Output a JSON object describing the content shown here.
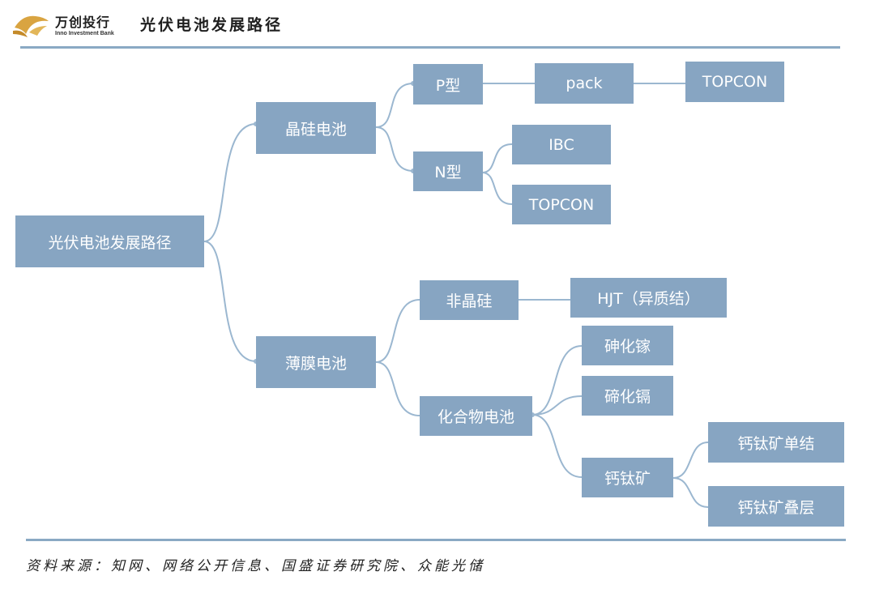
{
  "header": {
    "logo_cn": "万创投行",
    "logo_en": "Inno Investment Bank",
    "title": "光伏电池发展路径"
  },
  "diagram": {
    "root": "光伏电池发展路径",
    "crystalline": "晶硅电池",
    "thin_film": "薄膜电池",
    "p_type": "P型",
    "n_type": "N型",
    "pack": "pack",
    "p_topcon": "TOPCON",
    "ibc": "IBC",
    "n_topcon": "TOPCON",
    "amorphous": "非晶硅",
    "hjt": "HJT（异质结）",
    "compound": "化合物电池",
    "gaas": "砷化镓",
    "cdte": "碲化镉",
    "perovskite": "钙钛矿",
    "perovskite_single": "钙钛矿单结",
    "perovskite_tandem": "钙钛矿叠层"
  },
  "footer": {
    "source": "资料来源：知网、网络公开信息、国盛证券研究院、众能光储"
  },
  "colors": {
    "node_fill": "#87a5c2",
    "link_stroke": "#9bb7d0",
    "rule": "#8aa9c4"
  }
}
